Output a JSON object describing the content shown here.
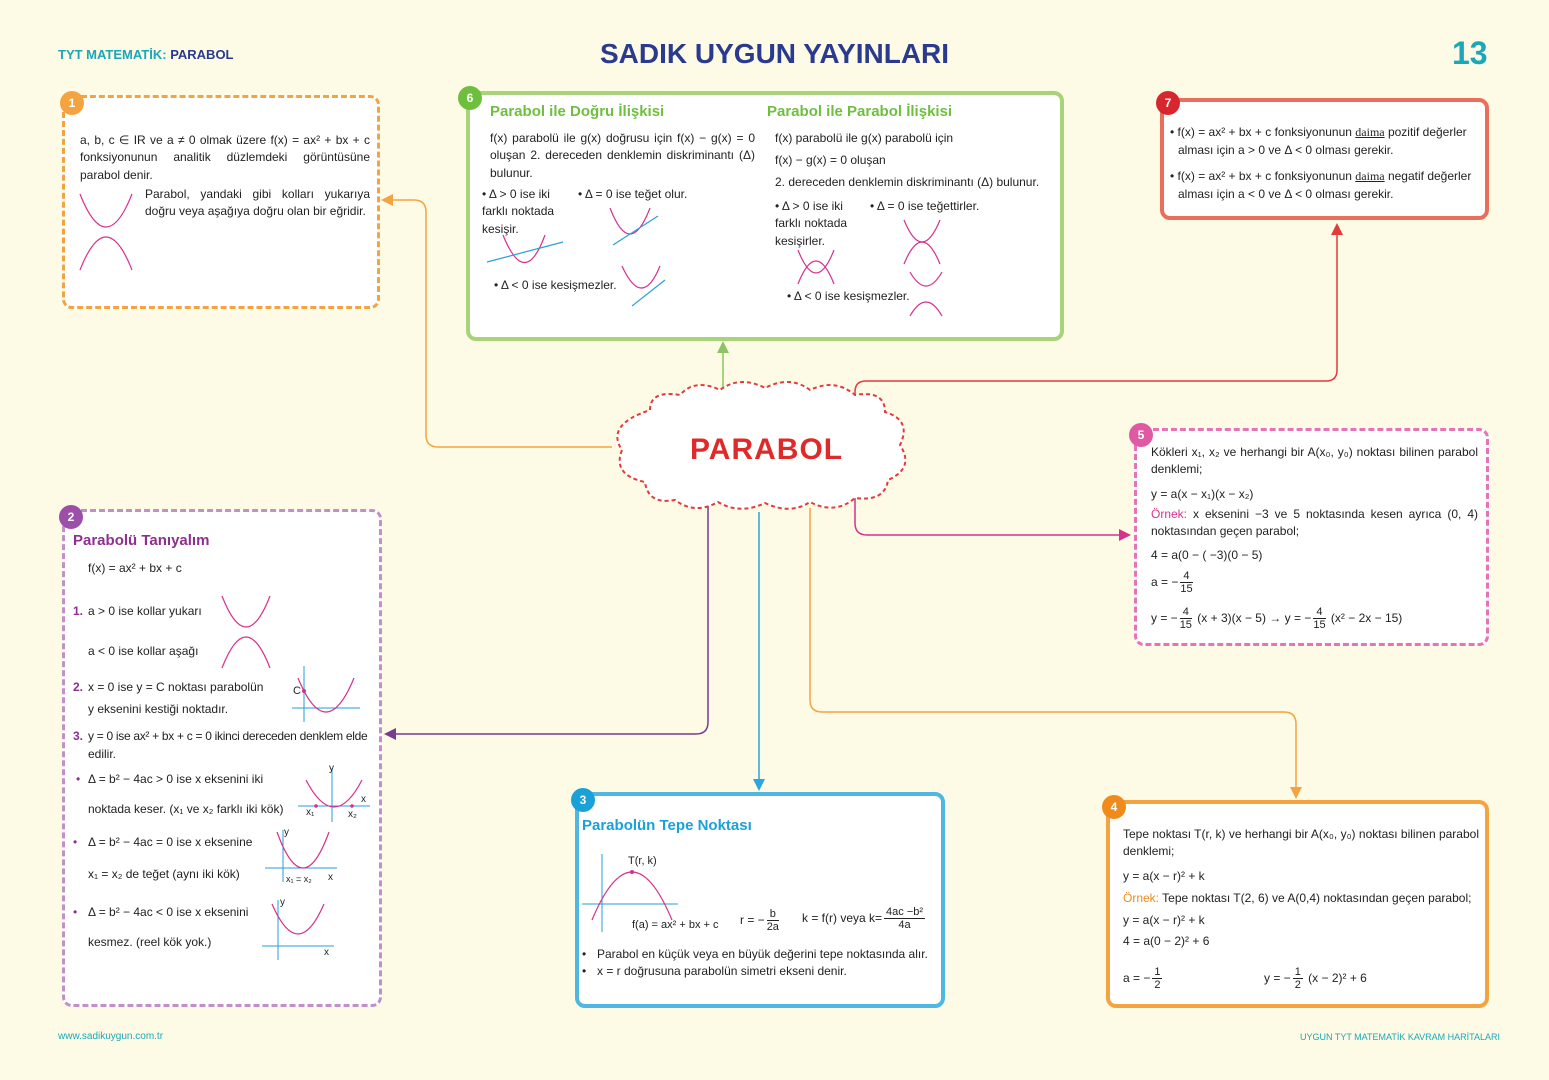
{
  "header": {
    "subject_prefix": "TYT MATEMATİK:",
    "subject_topic": "PARABOL",
    "publisher": "SADIK  UYGUN  YAYINLARI",
    "page_number": "13"
  },
  "center": {
    "label": "PARABOL"
  },
  "box1": {
    "number": "1",
    "p1": "a, b, c ∈ IR ve a ≠ 0 olmak üzere f(x) = ax² + bx + c fonksiyonunun analitik düzlemdeki görüntüsüne parabol denir.",
    "p2": "Parabol, yandaki gibi kolları yukarıya doğru veya aşağıya doğru olan bir eğridir."
  },
  "box2": {
    "number": "2",
    "title": "Parabolü Tanıyalım",
    "formula": "f(x) = ax² + bx + c",
    "n1": "1.",
    "a_pos": "a > 0 ise kollar yukarı",
    "a_neg": "a < 0 ise kollar aşağı",
    "n2": "2.",
    "x0_line1": "x = 0 ise y = C noktası parabolün",
    "x0_line2": "y eksenini kestiği noktadır.",
    "c_label": "C",
    "n3": "3.",
    "eq_line1": "y = 0 ise ax² + bx + c = 0 ikinci dereceden denklem elde",
    "eq_line2": "edilir.",
    "d1_line1": "Δ = b² − 4ac > 0 ise x eksenini iki",
    "d1_line2": "noktada keser. (x₁ ve x₂ farklı iki kök)",
    "d2_line1": "Δ = b² − 4ac = 0 ise x eksenine",
    "d2_line2": "x₁ = x₂ de teğet (aynı iki kök)",
    "d3_line1": "Δ = b² − 4ac < 0 ise x eksenini",
    "d3_line2": "kesmez. (reel kök yok.)",
    "axis_x": "x",
    "axis_y": "y",
    "x1": "x₁",
    "x2": "x₂",
    "x1x2": "x₁ = x₂"
  },
  "box3": {
    "number": "3",
    "title": "Parabolün Tepe Noktası",
    "vertex": "T(r, k)",
    "func": "f(a) = ax² + bx + c",
    "r_prefix": "r = −",
    "r_num": "b",
    "r_den": "2a",
    "k_prefix": "k = f(r) veya k=",
    "k_num": "4ac −b²",
    "k_den": "4a",
    "b1": "Parabol en küçük veya en büyük değerini tepe noktasında alır.",
    "b2": "x = r doğrusuna parabolün simetri ekseni denir."
  },
  "box4": {
    "number": "4",
    "p1": "Tepe noktası T(r, k) ve herhangi bir A(x₀, y₀) noktası bilinen parabol denklemi;",
    "f1": "y = a(x − r)² + k",
    "ex_label": "Örnek:",
    "ex_text": "Tepe noktası T(2, 6) ve A(0,4) noktasından geçen parabol;",
    "f2": "y = a(x − r)² + k",
    "f3": "4 = a(0 − 2)² + 6",
    "a_prefix": "a = −",
    "a_num": "1",
    "a_den": "2",
    "y_prefix": "y = −",
    "y_num": "1",
    "y_den": "2",
    "y_suffix": "(x − 2)² + 6"
  },
  "box5": {
    "number": "5",
    "p1": "Kökleri x₁, x₂ ve herhangi bir A(x₀, y₀) noktası bilinen parabol denklemi;",
    "f1": "y = a(x − x₁)(x − x₂)",
    "ex_label": "Örnek:",
    "ex_text": "x eksenini −3 ve 5 noktasında kesen ayrıca (0, 4) noktasından geçen parabol;",
    "f2": "4 = a(0 − ( −3)(0 − 5)",
    "a_prefix": "a = −",
    "a_num": "4",
    "a_den": "15",
    "y_prefix": "y = −",
    "y_num": "4",
    "y_den": "15",
    "y_mid": "(x + 3)(x − 5) → y = −",
    "y_num2": "4",
    "y_den2": "15",
    "y_suffix": "(x² − 2x − 15)"
  },
  "box6": {
    "number": "6",
    "title_left": "Parabol ile Doğru İlişkisi",
    "title_right": "Parabol ile Parabol İlişkisi",
    "left_p": "f(x) parabolü ile g(x) doğrusu için f(x) − g(x) = 0 oluşan 2. dereceden denklemin diskriminantı (Δ) bulunur.",
    "left_d1": "• Δ > 0 ise iki farklı noktada kesişir.",
    "left_d2": "• Δ = 0 ise teğet olur.",
    "left_d3": "• Δ < 0 ise kesişmezler.",
    "right_p1": "f(x) parabolü ile g(x) parabolü için",
    "right_p2": "f(x) − g(x) = 0 oluşan",
    "right_p3": "2. dereceden denklemin diskriminantı (Δ) bulunur.",
    "right_d1": "• Δ > 0 ise iki farklı noktada kesişirler.",
    "right_d2": "• Δ = 0 ise teğettirler.",
    "right_d3": "• Δ < 0 ise kesişmezler."
  },
  "box7": {
    "number": "7",
    "l1_pre": "• f(x) = ax² + bx + c fonksiyonunun ",
    "l1_em": "daima",
    "l1_post": " pozitif değerler",
    "l1b": "alması için a > 0  ve  Δ < 0 olması gerekir.",
    "l2_pre": "• f(x) = ax² + bx + c fonksiyonunun ",
    "l2_em": "daima",
    "l2_post": " negatif değerler",
    "l2b": "alması için a < 0  ve  Δ < 0 olması gerekir."
  },
  "footer": {
    "left": "www.sadikuygun.com.tr",
    "right": "UYGUN TYT MATEMATİK KAVRAM HARİTALARI"
  },
  "colors": {
    "b1": "#f4a341",
    "b2": "#c28fc8",
    "b3": "#4fb7e2",
    "b4": "#f4a341",
    "b5": "#e573b6",
    "b6": "#a8d37b",
    "b7": "#ea6f5b",
    "header_blue": "#2a3a8f",
    "teal": "#1aa7b8",
    "curve": "#d62f8d",
    "line": "#2a9fd6"
  }
}
